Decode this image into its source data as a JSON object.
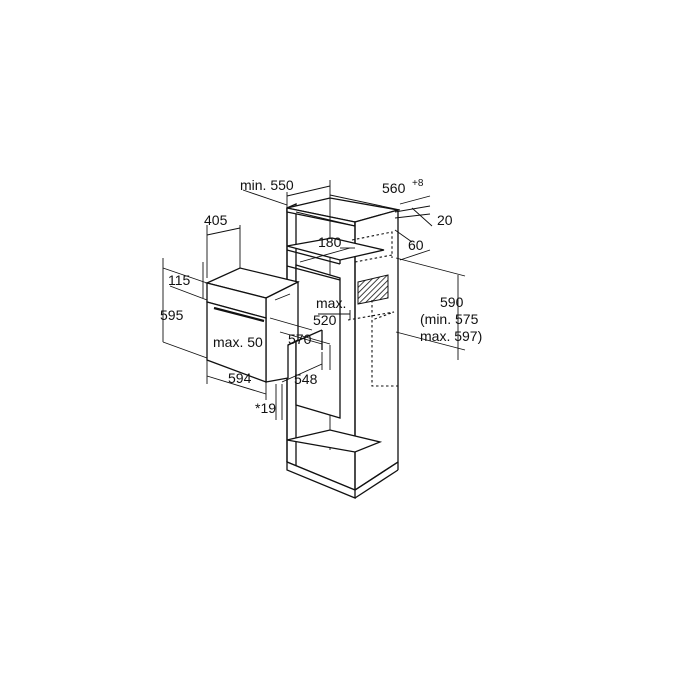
{
  "colors": {
    "line": "#111111",
    "background": "#ffffff",
    "hatch": "#6f6f6f"
  },
  "cabinet": {
    "width_min": "min. 550",
    "width_nominal": "560",
    "width_tolerance": "+8",
    "top_depth": "20",
    "shelf_gap": "180",
    "vent_depth": "60",
    "vent_opening": "max.",
    "vent_opening_value": "520",
    "niche_height": "590",
    "niche_height_range_1": "(min. 575",
    "niche_height_range_2": "max. 597)"
  },
  "oven": {
    "depth_top": "405",
    "panel_height": "115",
    "height": "595",
    "front_gap": "max. 50",
    "body_depth": "570",
    "width": "594",
    "depth": "548",
    "footnote": "*19"
  }
}
